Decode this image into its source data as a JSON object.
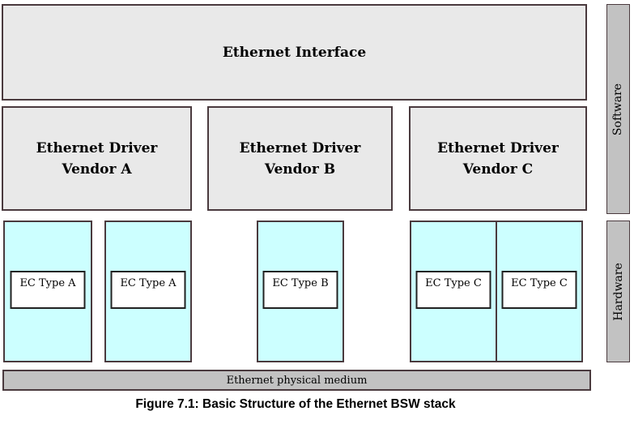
{
  "colors": {
    "box_fill": "#e9e9e9",
    "cyan_fill": "#ccffff",
    "bar_fill": "#c2c2c2",
    "border": "#4a3a3e",
    "inner_border": "#222222"
  },
  "interface_box": {
    "label": "Ethernet Interface"
  },
  "vendor_boxes": [
    {
      "line1": "Ethernet Driver",
      "line2": "Vendor A"
    },
    {
      "line1": "Ethernet Driver",
      "line2": "Vendor B"
    },
    {
      "line1": "Ethernet Driver",
      "line2": "Vendor C"
    }
  ],
  "controller_boxes": [
    {
      "label": "EC Type A"
    },
    {
      "label": "EC Type A"
    },
    {
      "label": "EC Type B"
    },
    {
      "label": "EC Type C"
    },
    {
      "label": "EC Type C"
    }
  ],
  "side_labels": {
    "software": "Software",
    "hardware": "Hardware"
  },
  "physical_medium": {
    "label": "Ethernet physical medium"
  },
  "caption": "Figure 7.1: Basic Structure of the Ethernet BSW stack"
}
